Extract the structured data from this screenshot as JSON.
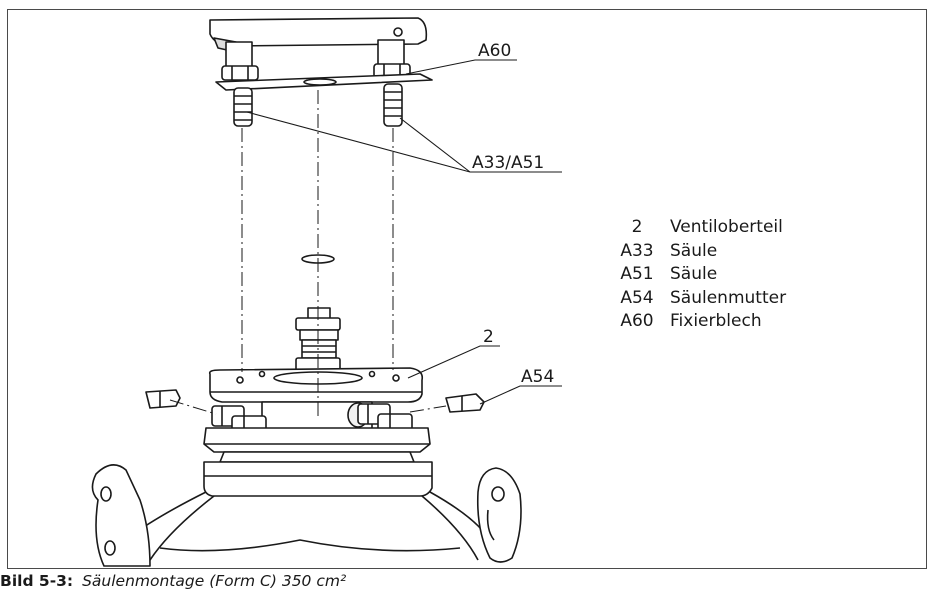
{
  "callouts": {
    "a60": "A60",
    "a33_a51": "A33/A51",
    "part2": "2",
    "a54": "A54"
  },
  "legend": [
    {
      "num": "2",
      "text": "Ventiloberteil"
    },
    {
      "num": "A33",
      "text": "Säule"
    },
    {
      "num": "A51",
      "text": "Säule"
    },
    {
      "num": "A54",
      "text": "Säulenmutter"
    },
    {
      "num": "A60",
      "text": "Fixierblech"
    }
  ],
  "caption": {
    "label": "Bild 5-3:",
    "text": "Säulenmontage (Form C) 350 cm²"
  }
}
